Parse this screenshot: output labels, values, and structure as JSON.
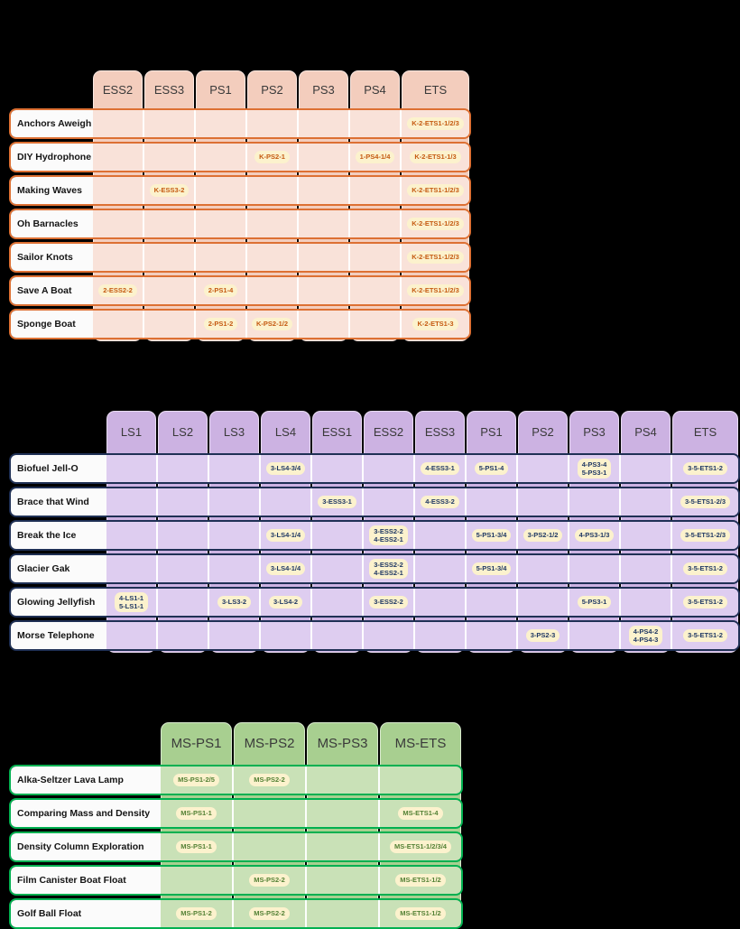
{
  "colors": {
    "background": "#000000",
    "k2_accent": "#DD7033",
    "g35_accent": "#1F3864",
    "ms_accent": "#00B050",
    "badge_background": "#FCF2CD"
  },
  "tables": [
    {
      "name": "grades-k-2-standards",
      "theme": "orange",
      "columns": [
        "ESS2",
        "ESS3",
        "PS1",
        "PS2",
        "PS3",
        "PS4",
        "ETS"
      ],
      "rows": [
        {
          "label": "Anchors Aweigh",
          "cells": [
            "",
            "",
            "",
            "",
            "",
            "",
            "K-2-ETS1-1/2/3"
          ]
        },
        {
          "label": "DIY Hydrophone",
          "cells": [
            "",
            "",
            "",
            "K-PS2-1",
            "",
            "1-PS4-1/4",
            "K-2-ETS1-1/3"
          ]
        },
        {
          "label": "Making Waves",
          "cells": [
            "",
            "K-ESS3-2",
            "",
            "",
            "",
            "",
            "K-2-ETS1-1/2/3"
          ]
        },
        {
          "label": "Oh Barnacles",
          "cells": [
            "",
            "",
            "",
            "",
            "",
            "",
            "K-2-ETS1-1/2/3"
          ]
        },
        {
          "label": "Sailor Knots",
          "cells": [
            "",
            "",
            "",
            "",
            "",
            "",
            "K-2-ETS1-1/2/3"
          ]
        },
        {
          "label": "Save A Boat",
          "cells": [
            "2-ESS2-2",
            "",
            "2-PS1-4",
            "",
            "",
            "",
            "K-2-ETS1-1/2/3"
          ]
        },
        {
          "label": "Sponge Boat",
          "cells": [
            "",
            "",
            "2-PS1-2",
            "K-PS2-1/2",
            "",
            "",
            "K-2-ETS1-3"
          ]
        }
      ]
    },
    {
      "name": "grades-3-5-standards",
      "theme": "purple",
      "columns": [
        "LS1",
        "LS2",
        "LS3",
        "LS4",
        "ESS1",
        "ESS2",
        "ESS3",
        "PS1",
        "PS2",
        "PS3",
        "PS4",
        "ETS"
      ],
      "rows": [
        {
          "label": "Biofuel Jell-O",
          "cells": [
            "",
            "",
            "",
            "3-LS4-3/4",
            "",
            "",
            "4-ESS3-1",
            "5-PS1-4",
            "",
            "4-PS3-4\n5-PS3-1",
            "",
            "3-5-ETS1-2"
          ]
        },
        {
          "label": "Brace that Wind",
          "cells": [
            "",
            "",
            "",
            "",
            "3-ESS3-1",
            "",
            "4-ESS3-2",
            "",
            "",
            "",
            "",
            "3-5-ETS1-2/3"
          ]
        },
        {
          "label": "Break the Ice",
          "cells": [
            "",
            "",
            "",
            "3-LS4-1/4",
            "",
            "3-ESS2-2\n4-ESS2-1",
            "",
            "5-PS1-3/4",
            "3-PS2-1/2",
            "4-PS3-1/3",
            "",
            "3-5-ETS1-2/3"
          ]
        },
        {
          "label": "Glacier Gak",
          "cells": [
            "",
            "",
            "",
            "3-LS4-1/4",
            "",
            "3-ESS2-2\n4-ESS2-1",
            "",
            "5-PS1-3/4",
            "",
            "",
            "",
            "3-5-ETS1-2"
          ]
        },
        {
          "label": "Glowing Jellyfish",
          "cells": [
            "4-LS1-1\n5-LS1-1",
            "",
            "3-LS3-2",
            "3-LS4-2",
            "",
            "3-ESS2-2",
            "",
            "",
            "",
            "5-PS3-1",
            "",
            "3-5-ETS1-2"
          ]
        },
        {
          "label": "Morse Telephone",
          "cells": [
            "",
            "",
            "",
            "",
            "",
            "",
            "",
            "",
            "3-PS2-3",
            "",
            "4-PS4-2\n4-PS4-3",
            "3-5-ETS1-2"
          ]
        }
      ]
    },
    {
      "name": "middle-school-standards",
      "theme": "green",
      "columns": [
        "MS-PS1",
        "MS-PS2",
        "MS-PS3",
        "MS-ETS"
      ],
      "rows": [
        {
          "label": "Alka-Seltzer Lava Lamp",
          "cells": [
            "MS-PS1-2/5",
            "MS-PS2-2",
            "",
            ""
          ]
        },
        {
          "label": "Comparing Mass and Density",
          "cells": [
            "MS-PS1-1",
            "",
            "",
            "MS-ETS1-4"
          ]
        },
        {
          "label": "Density Column Exploration",
          "cells": [
            "MS-PS1-1",
            "",
            "",
            "MS-ETS1-1/2/3/4"
          ]
        },
        {
          "label": "Film Canister Boat Float",
          "cells": [
            "",
            "MS-PS2-2",
            "",
            "MS-ETS1-1/2"
          ]
        },
        {
          "label": "Golf Ball Float",
          "cells": [
            "MS-PS1-2",
            "MS-PS2-2",
            "",
            "MS-ETS1-1/2"
          ]
        }
      ]
    }
  ]
}
